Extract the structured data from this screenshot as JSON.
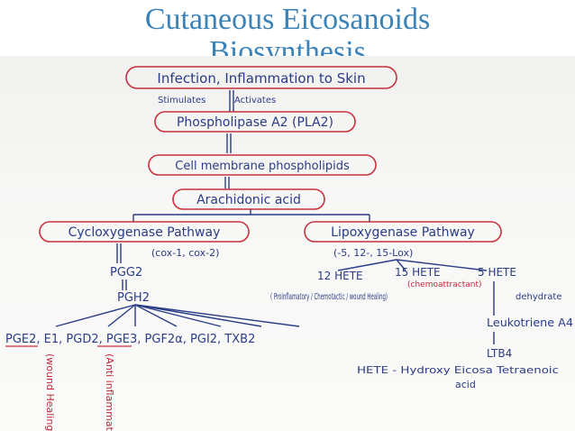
{
  "slide": {
    "title_line1": "Cutaneous Eicosanoids",
    "title_line2": "Biosynthesis"
  },
  "diagram": {
    "top": "Infection, Inflammation to Skin",
    "stimulates": "Stimulates",
    "activates": "Activates",
    "pla2": "Phospholipase A2 (PLA2)",
    "membrane": "Cell membrane phospholipids",
    "aa": "Arachidonic acid",
    "cox": "Cycloxygenase Pathway",
    "cox_enzymes": "(cox-1, cox-2)",
    "lox": "Lipoxygenase Pathway",
    "lox_enzymes": "(-5, 12-, 15-Lox)",
    "pgg2": "PGG2",
    "pgh2": "PGH2",
    "prostanoids": "PGE2, E1, PGD2, PGE3, PGF2α, PGI2, TXB2",
    "wound": "(wound Healing)",
    "antiinfl": "(Anti inflammatory)",
    "hete12": "12 HETE",
    "hete15": "15 HETE",
    "hete5": "5 HETE",
    "proinfl": "( Proinflamatory / Chemotactic / wound Healing)",
    "chemo": "(chemoattractant)",
    "dehydrate": "dehydrate",
    "lta": "Leukotriene A4",
    "ltb": "LTB4",
    "hete_def1": "HETE - Hydroxy Eicosa Tetraenoic",
    "hete_def2": "acid"
  }
}
